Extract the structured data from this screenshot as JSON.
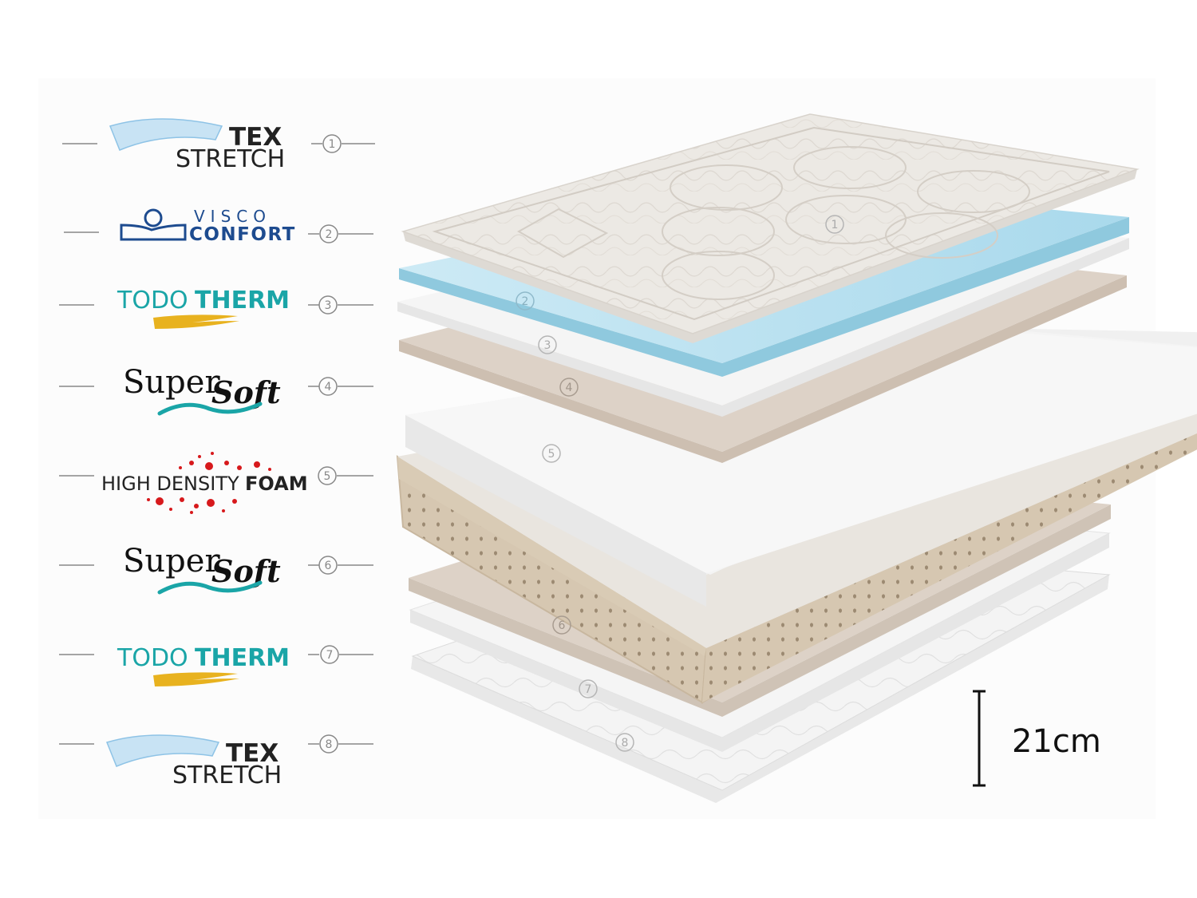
{
  "layers": [
    {
      "num": "1",
      "brand": "tex_stretch",
      "line1": "TEX",
      "line2": "STRETCH"
    },
    {
      "num": "2",
      "brand": "visco_confort",
      "line1": "VISCO",
      "line2": "CONFORT"
    },
    {
      "num": "3",
      "brand": "todotherm",
      "line1": "TODO",
      "line2": "THERM"
    },
    {
      "num": "4",
      "brand": "supersoft",
      "line1": "Super",
      "line2": "Soft"
    },
    {
      "num": "5",
      "brand": "high_density_foam",
      "line1": "HIGH DENSITY",
      "line2": "FOAM"
    },
    {
      "num": "6",
      "brand": "supersoft",
      "line1": "Super",
      "line2": "Soft"
    },
    {
      "num": "7",
      "brand": "todotherm",
      "line1": "TODO",
      "line2": "THERM"
    },
    {
      "num": "8",
      "brand": "tex_stretch",
      "line1": "TEX",
      "line2": "STRETCH"
    }
  ],
  "dimension": {
    "label": "21cm"
  },
  "colors": {
    "quilt": "#ece9e4",
    "visco": "#bfe3f1",
    "foam_white": "#f3f3f3",
    "beige": "#ddd2c7",
    "core_border": "#d6c7b1",
    "teal": "#1aa5a7",
    "gold": "#e8b21f",
    "navy": "#1d4b8f",
    "red": "#d7191c"
  }
}
